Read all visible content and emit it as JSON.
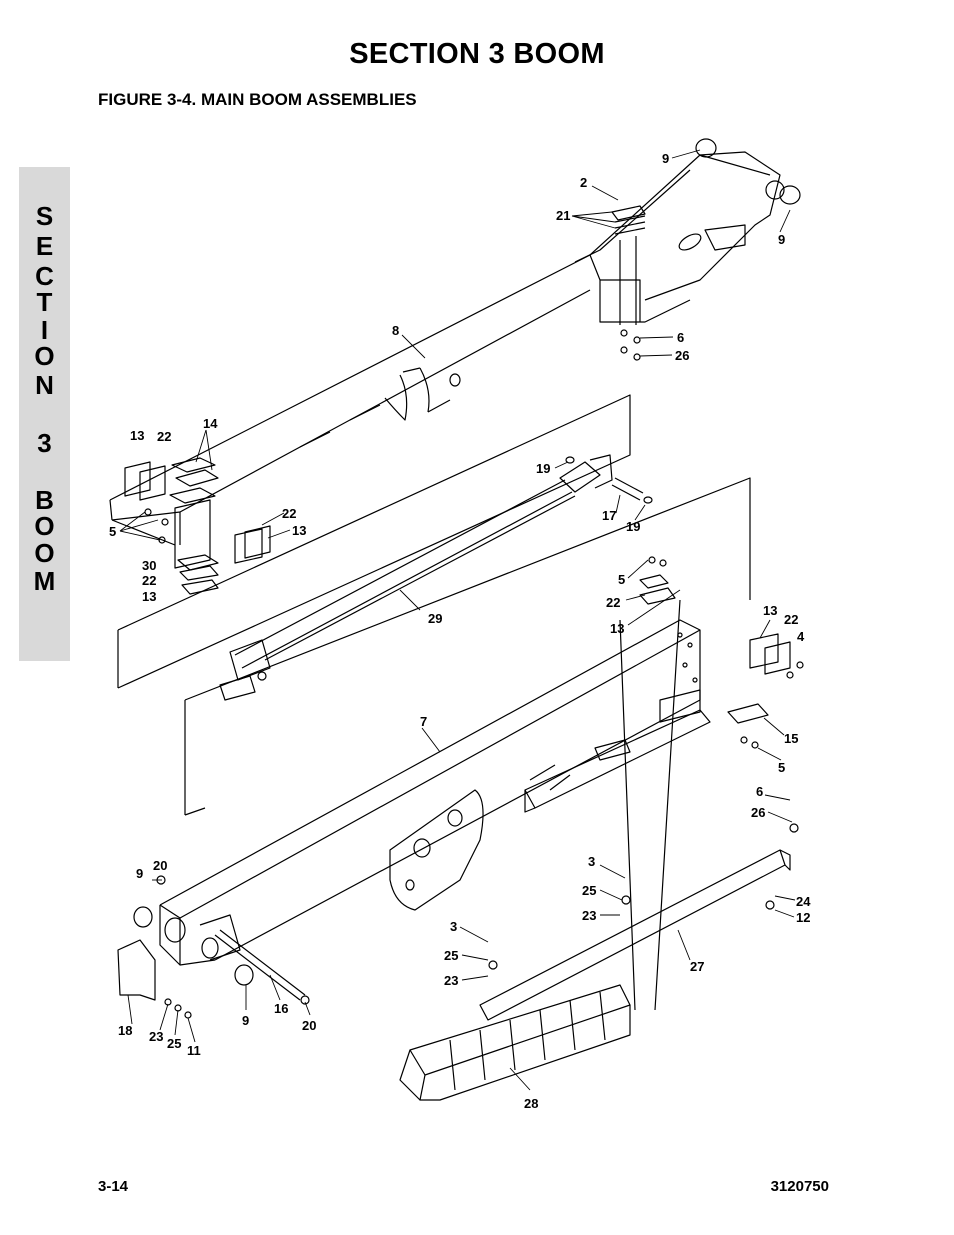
{
  "header": {
    "section_title": "SECTION 3   BOOM",
    "figure_title": "FIGURE 3-4.    MAIN BOOM ASSEMBLIES"
  },
  "side_tab": {
    "letters": [
      "S",
      "E",
      "C",
      "T",
      "I",
      "O",
      "N",
      "3",
      "B",
      "O",
      "O",
      "M"
    ],
    "background": "#d9d9d9"
  },
  "callouts": [
    {
      "id": "c1",
      "text": "9"
    },
    {
      "id": "c2",
      "text": "2"
    },
    {
      "id": "c3",
      "text": "21"
    },
    {
      "id": "c4",
      "text": "9"
    },
    {
      "id": "c5",
      "text": "8"
    },
    {
      "id": "c6",
      "text": "6"
    },
    {
      "id": "c7",
      "text": "26"
    },
    {
      "id": "c8",
      "text": "13"
    },
    {
      "id": "c9",
      "text": "22"
    },
    {
      "id": "c10",
      "text": "14"
    },
    {
      "id": "c11",
      "text": "19"
    },
    {
      "id": "c12",
      "text": "5"
    },
    {
      "id": "c13",
      "text": "22"
    },
    {
      "id": "c14",
      "text": "13"
    },
    {
      "id": "c15",
      "text": "17"
    },
    {
      "id": "c16",
      "text": "19"
    },
    {
      "id": "c17",
      "text": "30"
    },
    {
      "id": "c18",
      "text": "22"
    },
    {
      "id": "c19",
      "text": "13"
    },
    {
      "id": "c20",
      "text": "29"
    },
    {
      "id": "c21",
      "text": "5"
    },
    {
      "id": "c22",
      "text": "22"
    },
    {
      "id": "c23",
      "text": "13"
    },
    {
      "id": "c24",
      "text": "13"
    },
    {
      "id": "c25",
      "text": "22"
    },
    {
      "id": "c26",
      "text": "4"
    },
    {
      "id": "c27",
      "text": "7"
    },
    {
      "id": "c28",
      "text": "15"
    },
    {
      "id": "c29",
      "text": "5"
    },
    {
      "id": "c30",
      "text": "6"
    },
    {
      "id": "c31",
      "text": "26"
    },
    {
      "id": "c32",
      "text": "9"
    },
    {
      "id": "c33",
      "text": "20"
    },
    {
      "id": "c34",
      "text": "3"
    },
    {
      "id": "c35",
      "text": "25"
    },
    {
      "id": "c36",
      "text": "23"
    },
    {
      "id": "c37",
      "text": "24"
    },
    {
      "id": "c38",
      "text": "12"
    },
    {
      "id": "c39",
      "text": "3"
    },
    {
      "id": "c40",
      "text": "25"
    },
    {
      "id": "c41",
      "text": "23"
    },
    {
      "id": "c42",
      "text": "27"
    },
    {
      "id": "c43",
      "text": "18"
    },
    {
      "id": "c44",
      "text": "23"
    },
    {
      "id": "c45",
      "text": "25"
    },
    {
      "id": "c46",
      "text": "11"
    },
    {
      "id": "c47",
      "text": "9"
    },
    {
      "id": "c48",
      "text": "16"
    },
    {
      "id": "c49",
      "text": "20"
    },
    {
      "id": "c50",
      "text": "28"
    }
  ],
  "footer": {
    "page_number": "3-14",
    "doc_number": "3120750"
  }
}
